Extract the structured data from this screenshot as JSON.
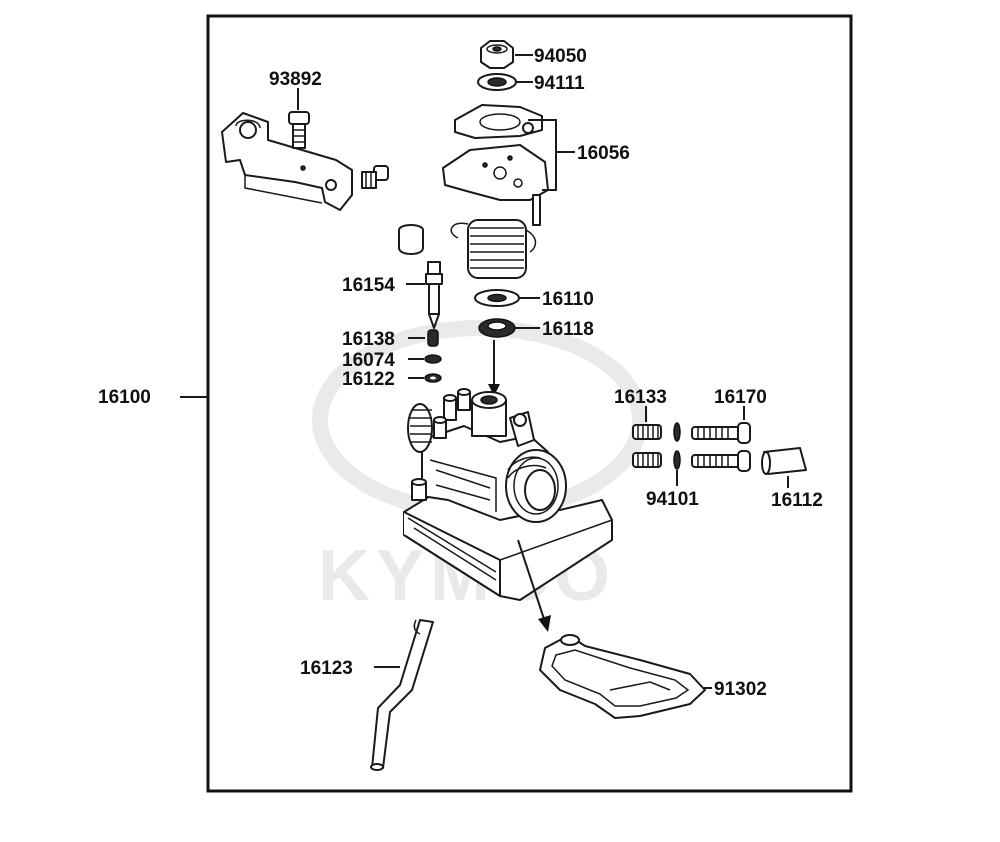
{
  "watermark": "KYMCO",
  "assembly_label": "16100",
  "labels": {
    "p94050": "94050",
    "p94111": "94111",
    "p93892": "93892",
    "p16056": "16056",
    "p16154": "16154",
    "p16110": "16110",
    "p16118": "16118",
    "p16138": "16138",
    "p16074": "16074",
    "p16122": "16122",
    "p16133": "16133",
    "p16170": "16170",
    "p94101": "94101",
    "p16112": "16112",
    "p16123": "16123",
    "p91302": "91302"
  }
}
